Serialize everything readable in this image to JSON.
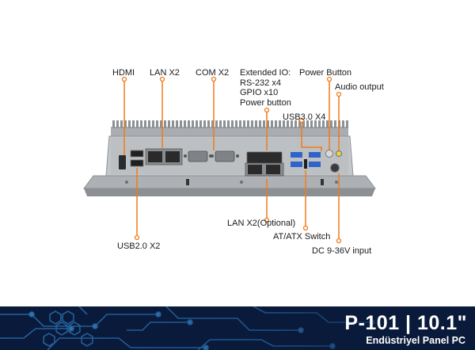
{
  "labels": {
    "hdmi": "HDMI",
    "lan_x2": "LAN X2",
    "com_x2": "COM X2",
    "extended_io": [
      "Extended IO:",
      "RS-232 x4",
      "GPIO x10",
      "Power button"
    ],
    "power_button": "Power Button",
    "audio_output": "Audio output",
    "usb30_x4": "USB3.0 X4",
    "usb20_x2": "USB2.0 X2",
    "lan_x2_optional": "LAN X2(Optional)",
    "at_atx_switch": "AT/ATX Switch",
    "dc_input": "DC 9-36V input"
  },
  "banner": {
    "title": "P-101 | 10.1\"",
    "subtitle": "Endüstriyel Panel PC"
  },
  "colors": {
    "callout": "#f07a1a",
    "banner_bg": "#0a1a3a",
    "circuit": "#2a6fb0",
    "chassis": "#b9bcbf"
  }
}
